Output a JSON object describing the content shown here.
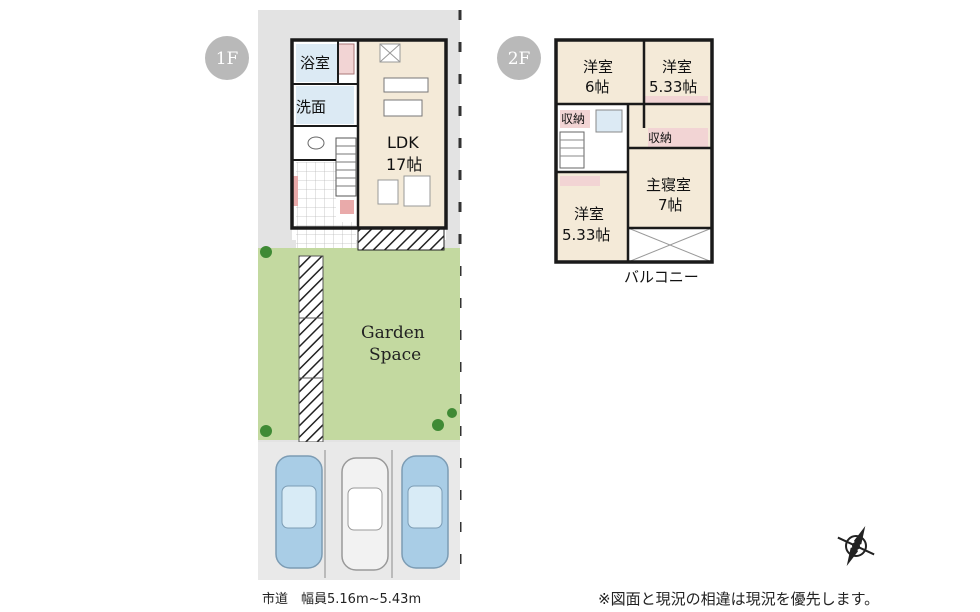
{
  "floor_1": {
    "badge": "1F",
    "rooms": {
      "bath": "浴室",
      "washroom": "洗面",
      "ldk_name": "LDK",
      "ldk_size": "17帖"
    },
    "garden_line1": "Garden",
    "garden_line2": "Space"
  },
  "floor_2": {
    "badge": "2F",
    "rooms": {
      "western_a_name": "洋室",
      "western_a_size": "6帖",
      "western_b_name": "洋室",
      "western_b_size": "5.33帖",
      "storage_a": "収納",
      "storage_b": "収納",
      "master_name": "主寝室",
      "master_size": "7帖",
      "western_c_name": "洋室",
      "western_c_size": "5.33帖"
    },
    "balcony": "バルコニー"
  },
  "road_label": "市道　幅員5.16m~5.43m",
  "footnote": "※図面と現況の相違は現況を優先します。",
  "colors": {
    "badge": "#b9b9b9",
    "garden": "#c3d9a0",
    "floor_wood": "#f4ead8",
    "bath_blue": "#dceaf4",
    "wall": "#1a1a1a",
    "car": "#a9cde6"
  }
}
